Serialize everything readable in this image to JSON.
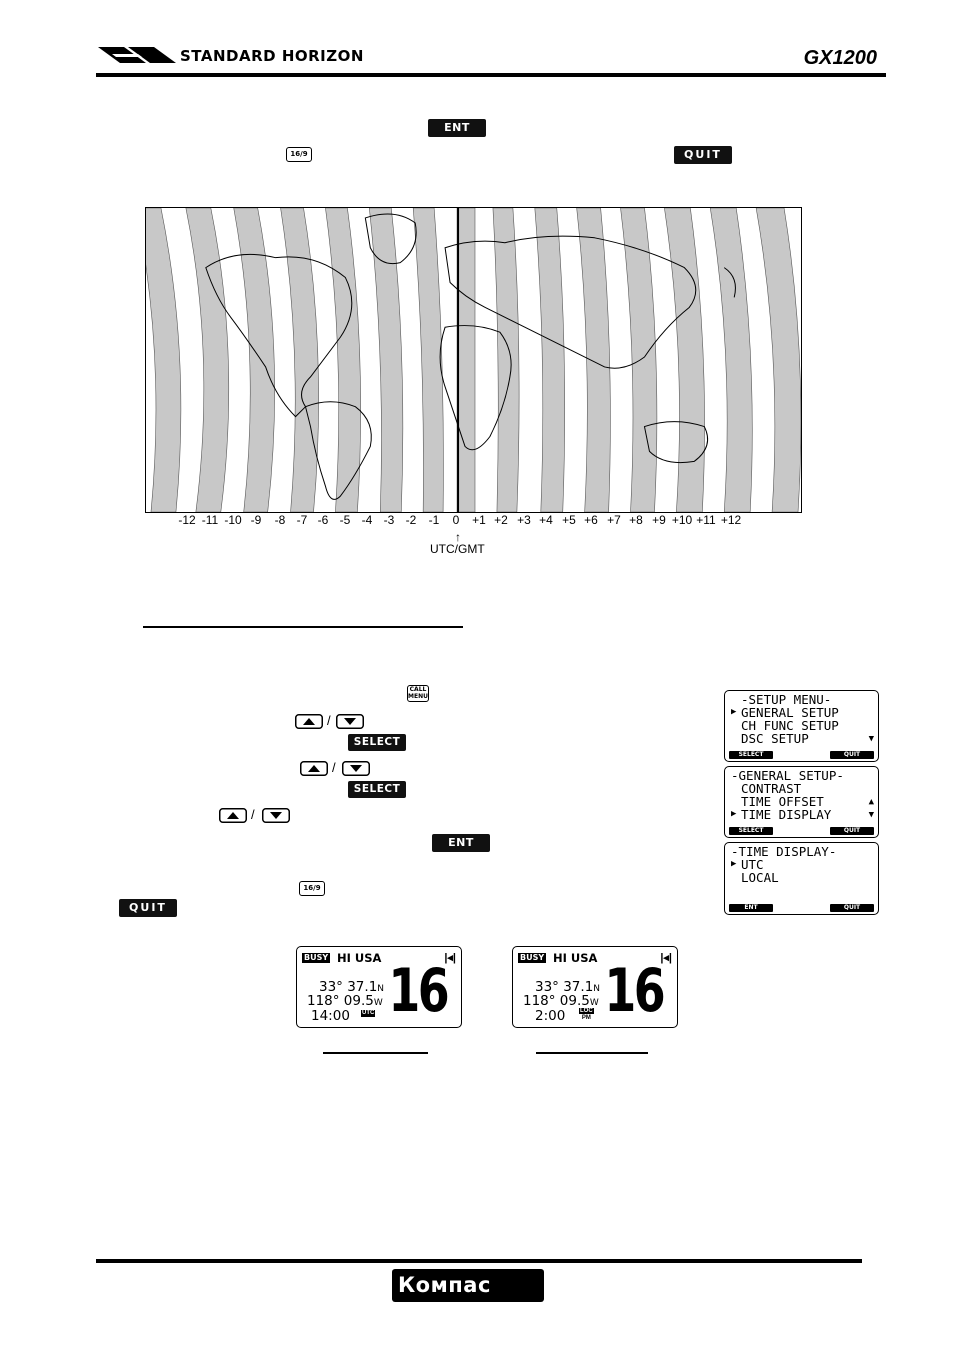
{
  "header": {
    "brand": "STANDARD HORIZON",
    "model": "GX1200"
  },
  "keys": {
    "ent": "ENT",
    "quit": "QUIT",
    "select": "SELECT",
    "ch16": "16/9",
    "call_menu": "CALL MENU",
    "slash": "/"
  },
  "map": {
    "zones": [
      "-12",
      "-11",
      "-10",
      "-9",
      "-8",
      "-7",
      "-6",
      "-5",
      "-4",
      "-3",
      "-2",
      "-1",
      "0",
      "+1",
      "+2",
      "+3",
      "+4",
      "+5",
      "+6",
      "+7",
      "+8",
      "+9",
      "+10",
      "+11",
      "+12"
    ],
    "utc_label": "UTC/GMT",
    "arrow": "↑"
  },
  "screens": {
    "setup_menu": {
      "title": "-SETUP MENU-",
      "items": [
        "GENERAL SETUP",
        "CH FUNC SETUP",
        "DSC SETUP"
      ],
      "left_key": "SELECT",
      "right_key": "QUIT"
    },
    "general_setup": {
      "title": "-GENERAL SETUP-",
      "items": [
        "CONTRAST",
        "TIME OFFSET",
        "TIME DISPLAY"
      ],
      "left_key": "SELECT",
      "right_key": "QUIT"
    },
    "time_display": {
      "title": "-TIME DISPLAY-",
      "items": [
        "UTC",
        "LOCAL"
      ],
      "left_key": "ENT",
      "right_key": "QUIT"
    }
  },
  "radios": [
    {
      "busy": "BUSY",
      "region": "HI USA",
      "lat": "33° 37.1",
      "lat_hemi": "N",
      "lon": "118° 09.5",
      "lon_hemi": "W",
      "time": "14:00",
      "tz": "UTC",
      "channel": "16"
    },
    {
      "busy": "BUSY",
      "region": "HI USA",
      "lat": "33° 37.1",
      "lat_hemi": "N",
      "lon": "118° 09.5",
      "lon_hemi": "W",
      "time": "2:00",
      "tz": "LOC",
      "tz_sub": "PM",
      "channel": "16"
    }
  ],
  "footer": {
    "logo": "Компас"
  }
}
